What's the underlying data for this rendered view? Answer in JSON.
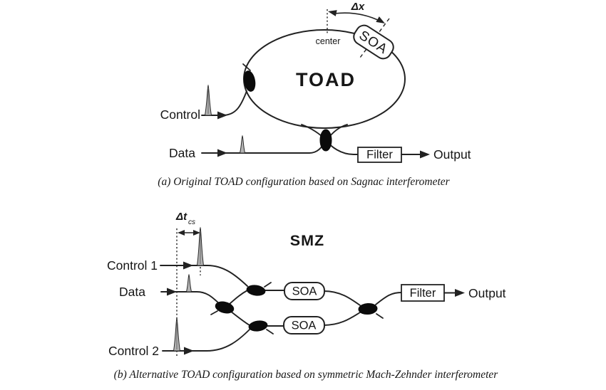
{
  "figure": {
    "colors": {
      "ink": "#222222",
      "background": "#ffffff",
      "pulse_fill": "#b4b4b4"
    },
    "diagram_a": {
      "title": "TOAD",
      "soa_label": "SOA",
      "center_label": "center",
      "offset_label": "Δx",
      "control_label": "Control",
      "data_label": "Data",
      "filter_label": "Filter",
      "output_label": "Output",
      "caption": "(a) Original TOAD configuration based on Sagnac interferometer"
    },
    "diagram_b": {
      "title": "SMZ",
      "offset_label": "Δt",
      "offset_subscript": "cs",
      "control1_label": "Control 1",
      "data_label": "Data",
      "control2_label": "Control 2",
      "soa_upper_label": "SOA",
      "soa_lower_label": "SOA",
      "filter_label": "Filter",
      "output_label": "Output",
      "caption": "(b) Alternative TOAD configuration based on symmetric Mach-Zehnder interferometer"
    }
  }
}
